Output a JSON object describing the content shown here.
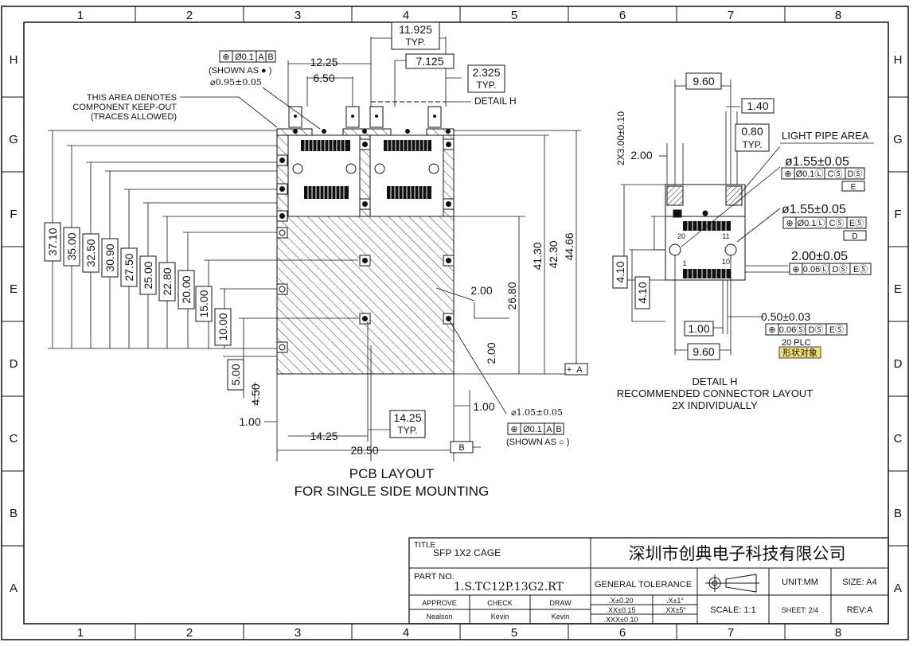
{
  "border": {
    "columns": [
      "1",
      "2",
      "3",
      "4",
      "5",
      "6",
      "7",
      "8"
    ],
    "rows": [
      "H",
      "G",
      "F",
      "E",
      "D",
      "C",
      "B",
      "A"
    ]
  },
  "colors": {
    "ink": "#111111",
    "hatch": "#333333",
    "highlight": "#f2e27a"
  },
  "pcb": {
    "dims_left": [
      "37.10",
      "35.00",
      "32.50",
      "30.90",
      "27.50",
      "25.00",
      "22.80",
      "20.00",
      "15.00",
      "10.00",
      "5.00"
    ],
    "dims_right": [
      "26.80",
      "41.30",
      "42.30",
      "44.66"
    ],
    "top_boxed": {
      "d11925": "11.925",
      "typ": "TYP.",
      "d7125": "7.125",
      "d2325": "2.325"
    },
    "top": {
      "d1225": "12.25",
      "d650": "6.50"
    },
    "small": {
      "d200a": "2.00",
      "d200b": "2.00",
      "d450": "4.50",
      "d100a": "1.00",
      "d100b": "1.00"
    },
    "bottom": {
      "d1425a": "14.25",
      "d1425b": "14.25",
      "d2850": "28.50"
    },
    "datum_a": "A",
    "datum_b": "B",
    "fcf_top": {
      "sym": "⊕",
      "tol": "Ø0.1",
      "a": "A",
      "b": "B"
    },
    "shown_as_filled": "(SHOWN AS ● )",
    "hole_top_dim": "⌀0.95±0.05",
    "hole_bot_dim": "⌀1.05±0.05",
    "fcf_bot": {
      "sym": "⊕",
      "tol": "Ø0.1",
      "a": "A",
      "b": "B"
    },
    "shown_as_open": "(SHOWN AS ○ )",
    "keepout_note": [
      "THIS AREA DENOTES",
      "COMPONENT KEEP-OUT",
      "(TRACES ALLOWED)"
    ],
    "detail_h_label": "DETAIL H",
    "title_lines": [
      "PCB LAYOUT",
      "FOR SINGLE SIDE MOUNTING"
    ]
  },
  "detail": {
    "d960top": "9.60",
    "d140": "1.40",
    "d080": "0.80",
    "typ": "TYP.",
    "d200x300": "2X3.00±0.10",
    "d200": "2.00",
    "light_pipe": "LIGHT PIPE AREA",
    "hole1": "ø1.55±0.05",
    "fcf1": [
      "⊕",
      "Ø0.1Ⓛ",
      "CⓈ",
      "DⓈ"
    ],
    "datum_e": "E",
    "hole2": "ø1.55±0.05",
    "fcf2": [
      "⊕",
      "Ø0.1Ⓛ",
      "CⓈ",
      "EⓈ"
    ],
    "datum_d": "D",
    "pad": "2.00±0.05",
    "fcf3": [
      "⊕",
      "0.06Ⓛ",
      "DⓈ",
      "EⓈ"
    ],
    "d410a": "4.10",
    "d410b": "4.10",
    "pin": "0.50±0.03",
    "d100": "1.00",
    "fcf4": [
      "⊕",
      "0.06Ⓢ",
      "DⓈ",
      "EⓈ"
    ],
    "plc": "20 PLC",
    "shape_obj": "形状对象",
    "d960bot": "9.60",
    "pin_labels": [
      "20",
      "11",
      "1",
      "10"
    ],
    "caption": [
      "DETAIL H",
      "RECOMMENDED CONNECTOR LAYOUT",
      "2X INDIVIDUALLY"
    ]
  },
  "titleblock": {
    "title_label": "TITLE",
    "title": "SFP 1X2 CAGE",
    "company": "深圳市创典电子科技有限公司",
    "part_label": "PART NO.",
    "part": "1.S.TC12P.13G2.RT",
    "general_tol": "GENERAL TOLERANCE",
    "unit": "UNIT:MM",
    "size": "SIZE: A4",
    "approve": "APPROVE",
    "check": "CHECK",
    "draw": "DRAW",
    "approve_name": "Nealson",
    "check_name": "Kevin",
    "draw_name": "Kevin",
    "tol1": ".X±0.20",
    "tol2": ".XX±0.15",
    "tol3": ".XXX±0.10",
    "ang1": ".X±1°",
    "ang2": ".XX±5°",
    "scale": "SCALE:  1:1",
    "sheet": "SHEET: 2/4",
    "rev": "REV:A"
  }
}
